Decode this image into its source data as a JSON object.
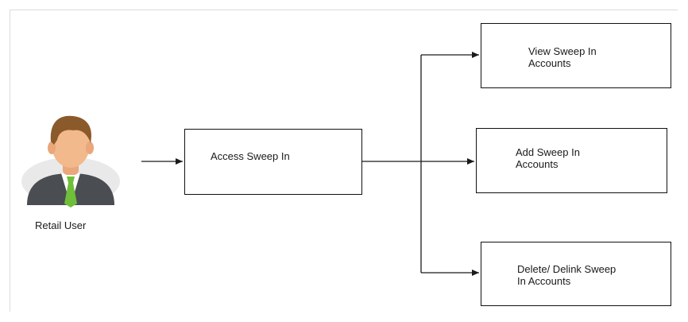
{
  "actor": {
    "label": "Retail User",
    "icon": "retail-user-avatar-icon"
  },
  "boxes": {
    "access": "Access Sweep In",
    "view": "View Sweep In\nAccounts",
    "add": "Add Sweep In\nAccounts",
    "delete": "Delete/ Delink Sweep\nIn Accounts"
  },
  "colors": {
    "line": "#1a1a1a",
    "box_border": "#111111",
    "frame": "#dcdcdc",
    "skin": "#f2b98c",
    "hair": "#8a5a2b",
    "suit": "#4a4d52",
    "tie": "#6fbf3a"
  }
}
